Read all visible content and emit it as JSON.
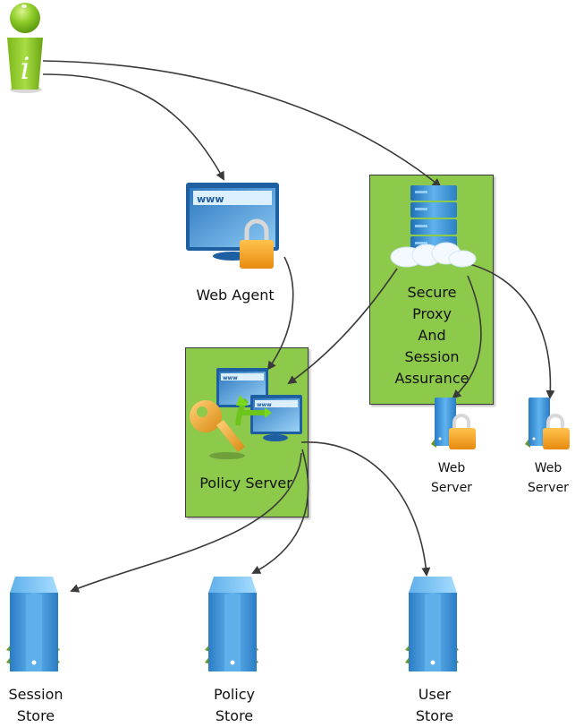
{
  "diagram": {
    "type": "architecture",
    "nodes": {
      "user": {
        "label": "",
        "icon": "user-info-icon"
      },
      "web_agent": {
        "label": "Web Agent",
        "icon": "browser-lock-icon"
      },
      "secure_proxy": {
        "label_lines": [
          "Secure",
          "Proxy",
          "And",
          "Session",
          "Assurance"
        ],
        "icon": "cloud-server-icon"
      },
      "policy_server": {
        "label": "Policy Server",
        "icon": "key-browsers-icon"
      },
      "web_server_1": {
        "label_lines": [
          "Web",
          "Server"
        ],
        "icon": "server-lock-icon"
      },
      "web_server_2": {
        "label_lines": [
          "Web",
          "Server"
        ],
        "icon": "server-lock-icon"
      },
      "session_store": {
        "label_lines": [
          "Session",
          "Store"
        ],
        "icon": "database-server-icon"
      },
      "policy_store": {
        "label_lines": [
          "Policy",
          "Store"
        ],
        "icon": "database-server-icon"
      },
      "user_store": {
        "label_lines": [
          "User",
          "Store"
        ],
        "icon": "database-server-icon"
      }
    },
    "edges": [
      {
        "from": "user",
        "to": "web_agent"
      },
      {
        "from": "user",
        "to": "secure_proxy"
      },
      {
        "from": "web_agent",
        "to": "policy_server"
      },
      {
        "from": "secure_proxy",
        "to": "policy_server"
      },
      {
        "from": "secure_proxy",
        "to": "web_server_1"
      },
      {
        "from": "secure_proxy",
        "to": "web_server_2"
      },
      {
        "from": "policy_server",
        "to": "session_store"
      },
      {
        "from": "policy_server",
        "to": "policy_store"
      },
      {
        "from": "policy_server",
        "to": "user_store"
      }
    ],
    "colors": {
      "container_fill": "#8dc94a",
      "container_border": "#3a3a3a",
      "arrow": "#3a3a3a",
      "server_blue": "#3d94d6",
      "lock_orange": "#f2a224",
      "user_green": "#7fbf1e"
    },
    "browser_text": "www"
  }
}
